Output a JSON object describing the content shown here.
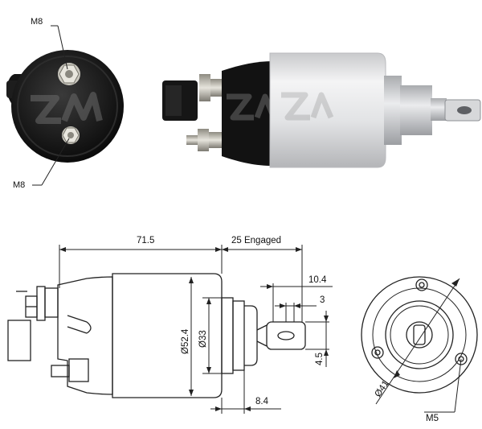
{
  "photos": {
    "end_view": {
      "callout_top": "M8",
      "callout_bottom": "M8"
    },
    "side_view": {}
  },
  "drawing": {
    "dim_total_length": "71.5",
    "dim_engaged": "25 Engaged",
    "dim_plunger_reach": "10.4",
    "dim_slot": "3",
    "dim_body_diameter": "Ø52.4",
    "dim_nose_diameter": "Ø33",
    "dim_tab_width": "4.5",
    "dim_nose_length": "8.4",
    "dim_bolt_circle": "Ø41",
    "dim_mount_thread": "M5"
  },
  "colors": {
    "photo_black": "#141414",
    "photo_silver": "#d9dadc",
    "line": "#222222"
  }
}
